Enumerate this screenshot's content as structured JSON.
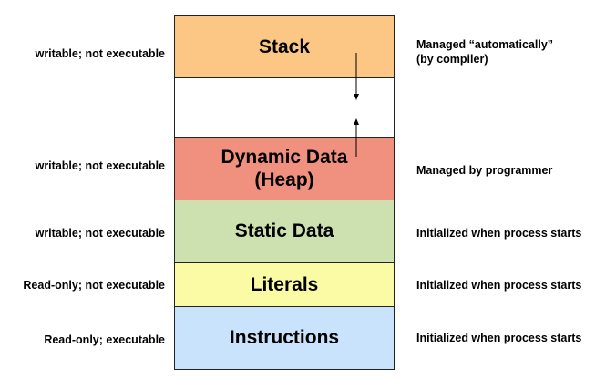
{
  "segments": {
    "stack": {
      "label": "Stack",
      "color": "#fcc684"
    },
    "gap": {
      "label": "",
      "color": "#ffffff"
    },
    "heap": {
      "label_line1": "Dynamic Data",
      "label_line2": "(Heap)",
      "color": "#f0907e"
    },
    "static": {
      "label": "Static Data",
      "color": "#cde0b0"
    },
    "literals": {
      "label": "Literals",
      "color": "#fbfba5"
    },
    "instructions": {
      "label": "Instructions",
      "color": "#c8e3fb"
    }
  },
  "left_labels": {
    "stack": "writable; not executable",
    "heap": "writable; not executable",
    "static": "writable; not executable",
    "literals": "Read-only; not executable",
    "instructions": "Read-only; executable"
  },
  "right_labels": {
    "stack_line1": "Managed “automatically”",
    "stack_line2": "(by compiler)",
    "heap": "Managed by programmer",
    "static": "Initialized when process starts",
    "literals": "Initialized when process starts",
    "instructions": "Initialized when process starts"
  }
}
